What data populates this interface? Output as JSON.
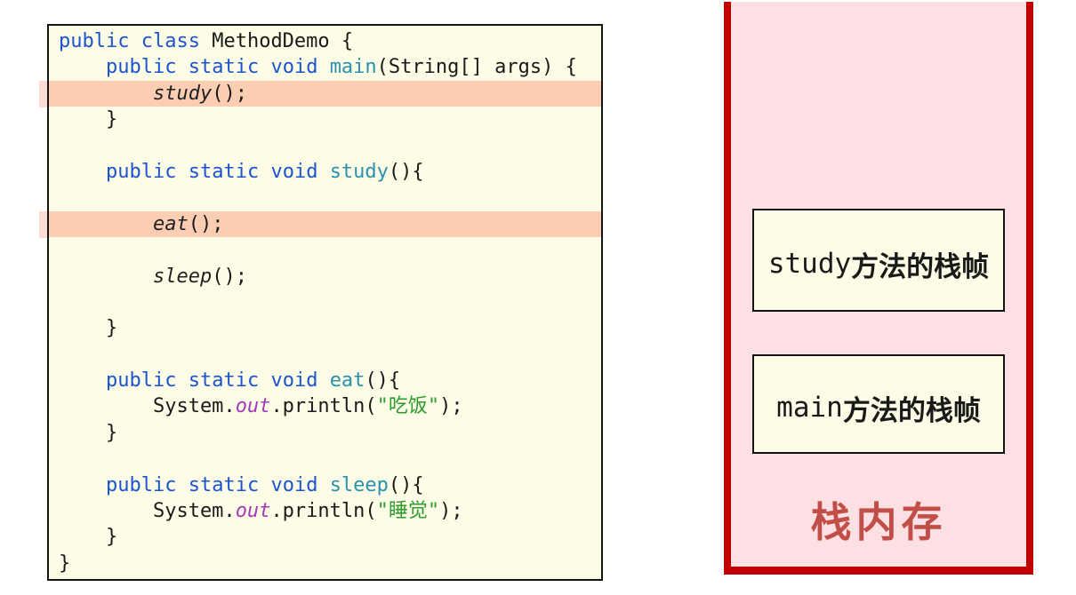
{
  "colors": {
    "code-bg": "#fdfde7",
    "hl": "#fbceb3",
    "hl-tab": "#fddcd3",
    "kw": "#1c54ce",
    "ty": "#2b91af",
    "call": "#1f1f1f",
    "fld": "#a53ab8",
    "str": "#2f9b2f",
    "ink": "#1a1a1a",
    "panel-bg": "#fce0e4",
    "panel-border": "#c00000",
    "frame-bg": "#fdfde7",
    "frame-border": "#141414",
    "label-color": "#c24e48"
  },
  "code_panel": {
    "lines": [
      {
        "hl": false,
        "seg": [
          {
            "t": "public",
            "c": "kw"
          },
          {
            "t": " ",
            "c": "pl"
          },
          {
            "t": "class",
            "c": "kw"
          },
          {
            "t": " MethodDemo {",
            "c": "pl"
          }
        ]
      },
      {
        "hl": false,
        "seg": [
          {
            "t": "    ",
            "c": "pl"
          },
          {
            "t": "public",
            "c": "kw"
          },
          {
            "t": " ",
            "c": "pl"
          },
          {
            "t": "static",
            "c": "kw"
          },
          {
            "t": " ",
            "c": "pl"
          },
          {
            "t": "void",
            "c": "kw"
          },
          {
            "t": " ",
            "c": "pl"
          },
          {
            "t": "main",
            "c": "ty"
          },
          {
            "t": "(String[] args) {",
            "c": "pl"
          }
        ]
      },
      {
        "hl": true,
        "seg": [
          {
            "t": "        ",
            "c": "pl"
          },
          {
            "t": "study",
            "c": "call"
          },
          {
            "t": "();",
            "c": "pl"
          }
        ]
      },
      {
        "hl": false,
        "seg": [
          {
            "t": "    }",
            "c": "pl"
          }
        ]
      },
      {
        "hl": false,
        "seg": []
      },
      {
        "hl": false,
        "seg": [
          {
            "t": "    ",
            "c": "pl"
          },
          {
            "t": "public",
            "c": "kw"
          },
          {
            "t": " ",
            "c": "pl"
          },
          {
            "t": "static",
            "c": "kw"
          },
          {
            "t": " ",
            "c": "pl"
          },
          {
            "t": "void",
            "c": "kw"
          },
          {
            "t": " ",
            "c": "pl"
          },
          {
            "t": "study",
            "c": "ty"
          },
          {
            "t": "(){",
            "c": "pl"
          }
        ]
      },
      {
        "hl": false,
        "seg": []
      },
      {
        "hl": true,
        "seg": [
          {
            "t": "        ",
            "c": "pl"
          },
          {
            "t": "eat",
            "c": "call"
          },
          {
            "t": "();",
            "c": "pl"
          }
        ]
      },
      {
        "hl": false,
        "seg": []
      },
      {
        "hl": false,
        "seg": [
          {
            "t": "        ",
            "c": "pl"
          },
          {
            "t": "sleep",
            "c": "call"
          },
          {
            "t": "();",
            "c": "pl"
          }
        ]
      },
      {
        "hl": false,
        "seg": []
      },
      {
        "hl": false,
        "seg": [
          {
            "t": "    }",
            "c": "pl"
          }
        ]
      },
      {
        "hl": false,
        "seg": []
      },
      {
        "hl": false,
        "seg": [
          {
            "t": "    ",
            "c": "pl"
          },
          {
            "t": "public",
            "c": "kw"
          },
          {
            "t": " ",
            "c": "pl"
          },
          {
            "t": "static",
            "c": "kw"
          },
          {
            "t": " ",
            "c": "pl"
          },
          {
            "t": "void",
            "c": "kw"
          },
          {
            "t": " ",
            "c": "pl"
          },
          {
            "t": "eat",
            "c": "ty"
          },
          {
            "t": "(){",
            "c": "pl"
          }
        ]
      },
      {
        "hl": false,
        "seg": [
          {
            "t": "        System.",
            "c": "pl"
          },
          {
            "t": "out",
            "c": "fld"
          },
          {
            "t": ".println(",
            "c": "pl"
          },
          {
            "t": "\"吃饭\"",
            "c": "str"
          },
          {
            "t": ");",
            "c": "pl"
          }
        ]
      },
      {
        "hl": false,
        "seg": [
          {
            "t": "    }",
            "c": "pl"
          }
        ]
      },
      {
        "hl": false,
        "seg": []
      },
      {
        "hl": false,
        "seg": [
          {
            "t": "    ",
            "c": "pl"
          },
          {
            "t": "public",
            "c": "kw"
          },
          {
            "t": " ",
            "c": "pl"
          },
          {
            "t": "static",
            "c": "kw"
          },
          {
            "t": " ",
            "c": "pl"
          },
          {
            "t": "void",
            "c": "kw"
          },
          {
            "t": " ",
            "c": "pl"
          },
          {
            "t": "sleep",
            "c": "ty"
          },
          {
            "t": "(){",
            "c": "pl"
          }
        ]
      },
      {
        "hl": false,
        "seg": [
          {
            "t": "        System.",
            "c": "pl"
          },
          {
            "t": "out",
            "c": "fld"
          },
          {
            "t": ".println(",
            "c": "pl"
          },
          {
            "t": "\"睡觉\"",
            "c": "str"
          },
          {
            "t": ");",
            "c": "pl"
          }
        ]
      },
      {
        "hl": false,
        "seg": [
          {
            "t": "    }",
            "c": "pl"
          }
        ]
      },
      {
        "hl": false,
        "seg": [
          {
            "t": "}",
            "c": "pl"
          }
        ]
      }
    ]
  },
  "stack_panel": {
    "frames": [
      {
        "method": "study",
        "suffix": "方法的栈帧"
      },
      {
        "method": "main",
        "suffix": "方法的栈帧"
      }
    ],
    "label": "栈内存"
  }
}
